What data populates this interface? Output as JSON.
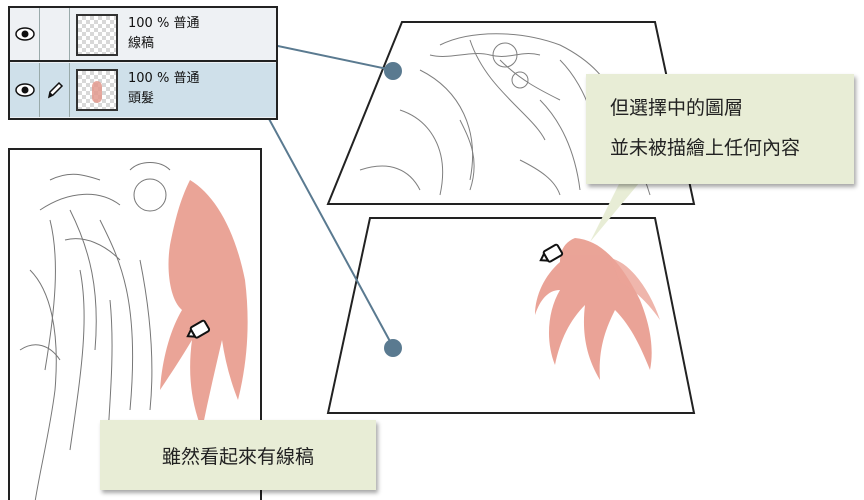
{
  "layer_panel": {
    "layers": [
      {
        "opacity": "100 %",
        "blend": "普通",
        "name": "線稿",
        "visible": true,
        "selected": false
      },
      {
        "opacity": "100 %",
        "blend": "普通",
        "name": "頭髮",
        "visible": true,
        "selected": true
      }
    ]
  },
  "callouts": {
    "left": "雖然看起來有線稿",
    "right_line1": "但選擇中的圖層",
    "right_line2": "並未被描繪上任何內容"
  },
  "colors": {
    "hair": "#e89a8c",
    "callout_bg": "#e8edd6",
    "connector": "#5a7a90",
    "selected_row": "#cfe0ea"
  }
}
